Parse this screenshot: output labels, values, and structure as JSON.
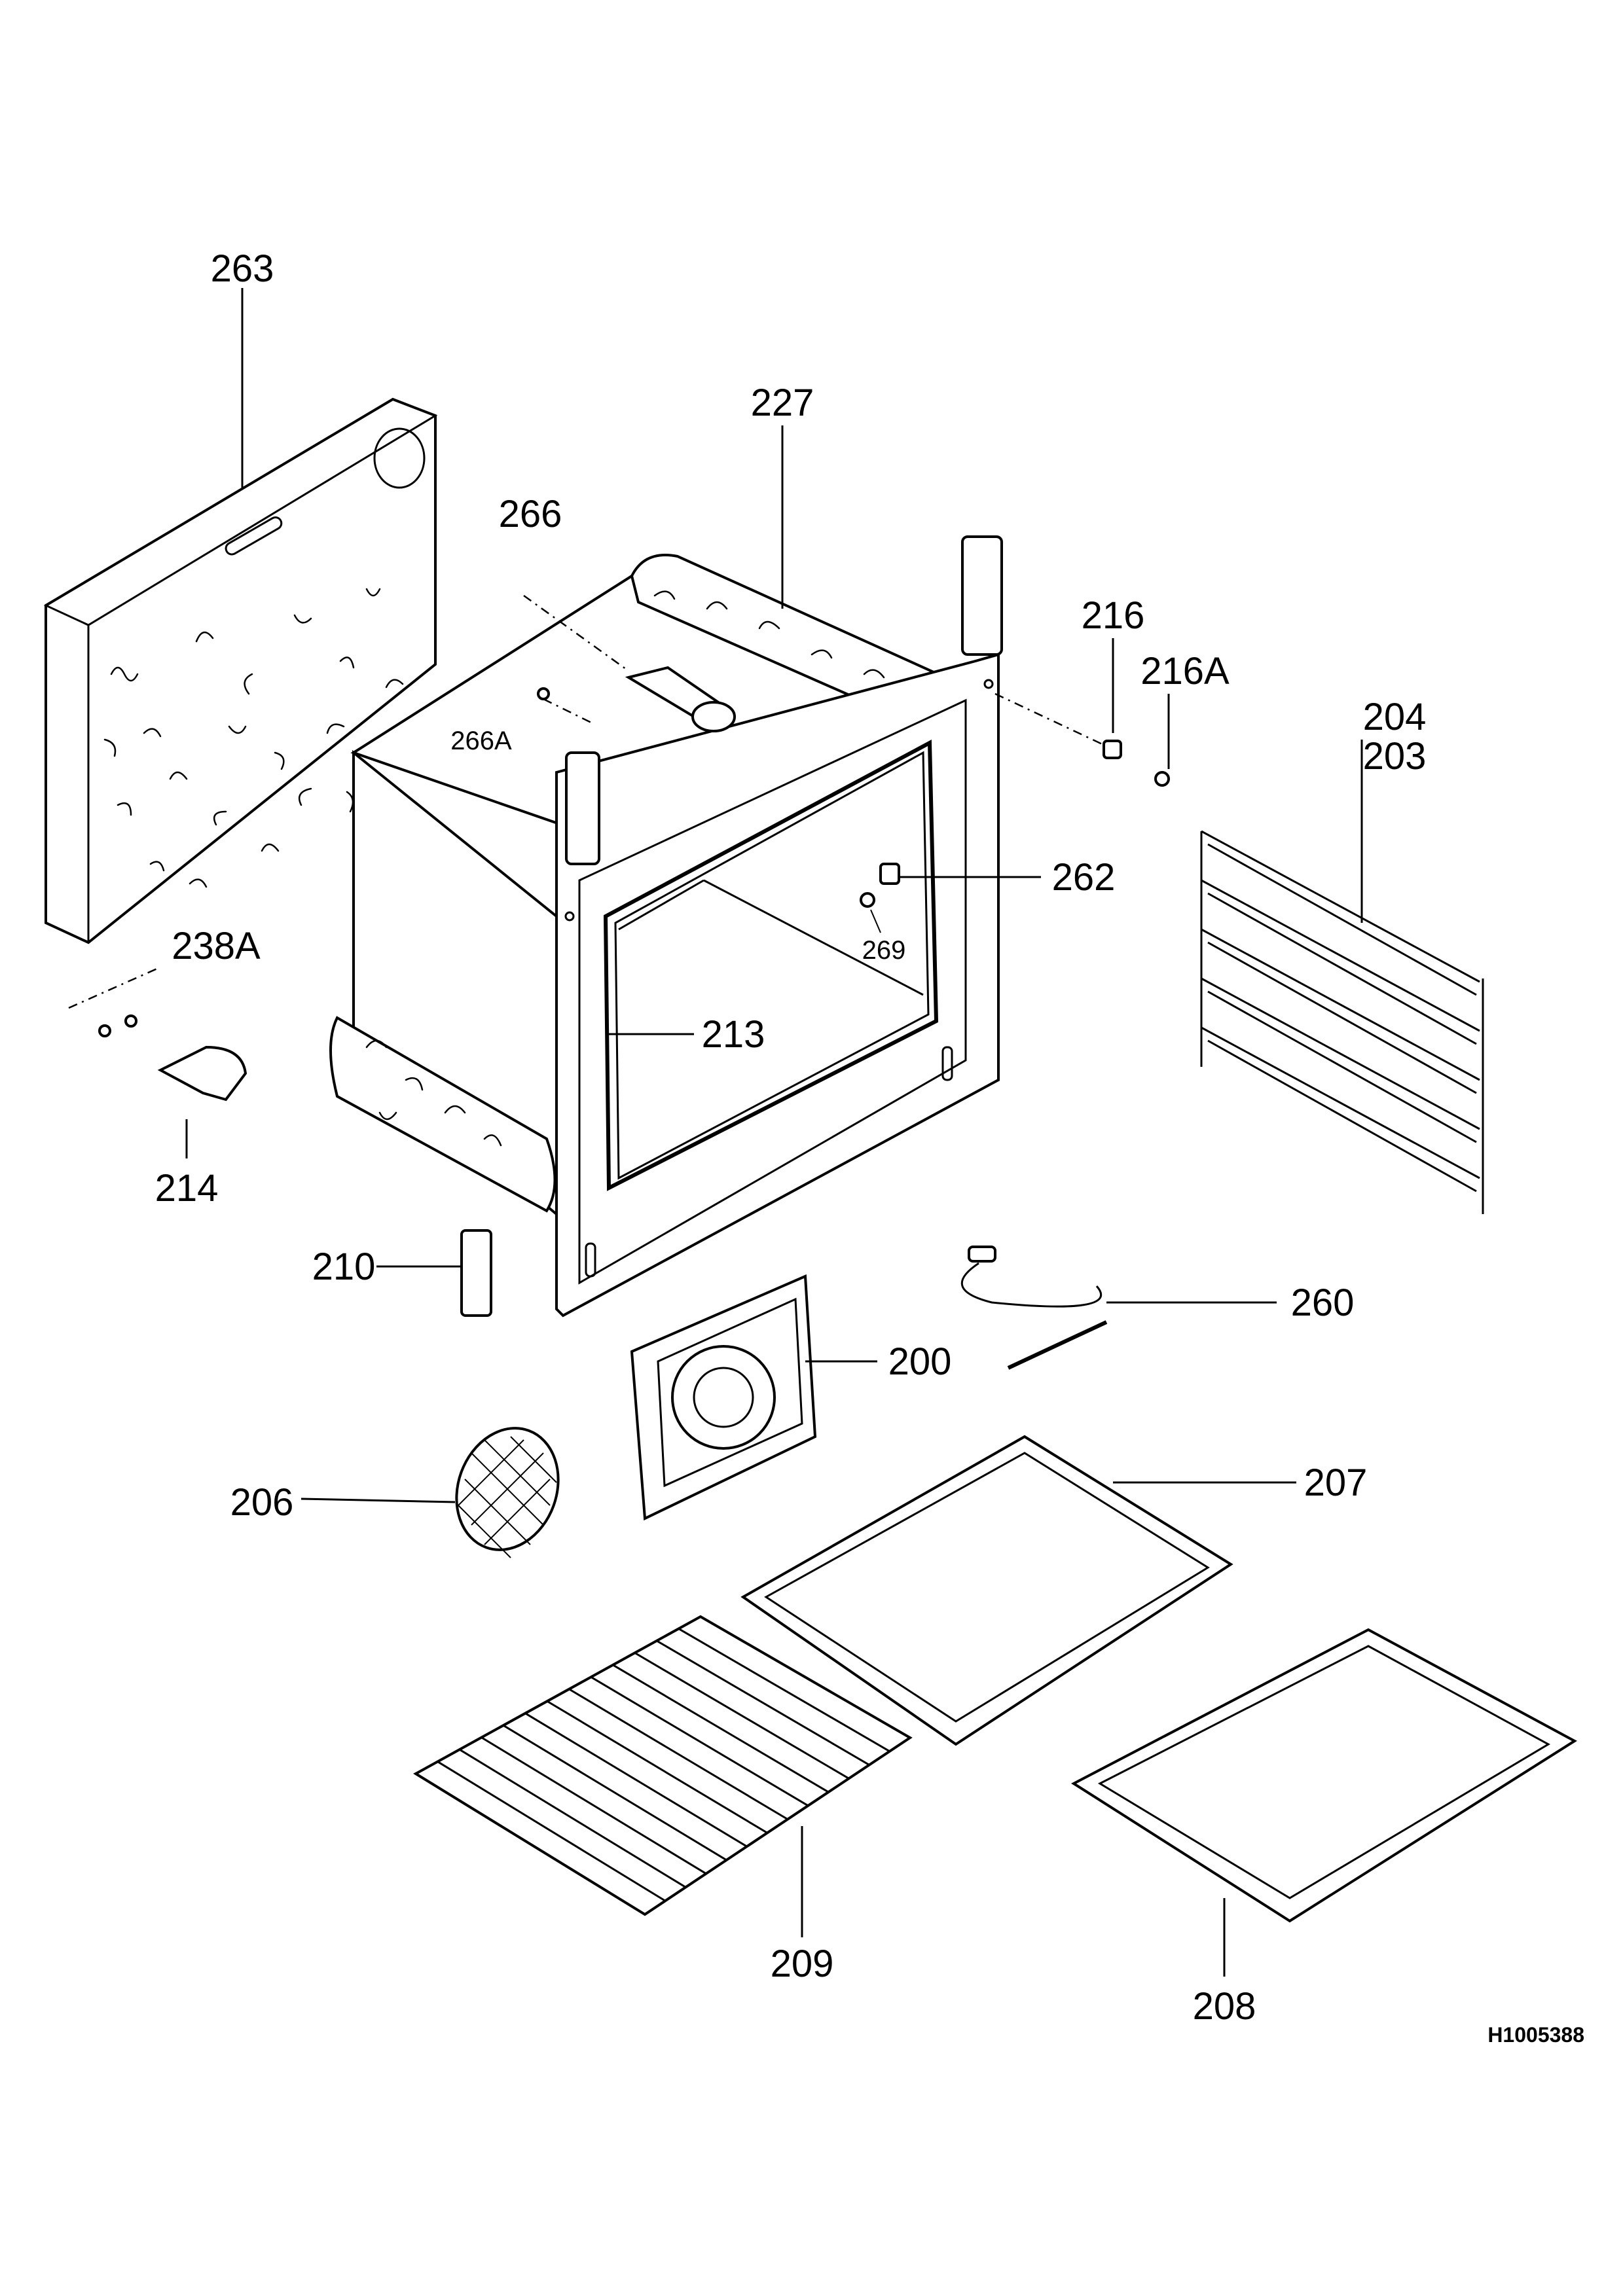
{
  "diagram": {
    "drawing_id": "H1005388",
    "parts": [
      {
        "id": "p263",
        "label": "263"
      },
      {
        "id": "p227",
        "label": "227"
      },
      {
        "id": "p266",
        "label": "266"
      },
      {
        "id": "p266a",
        "label": "266A"
      },
      {
        "id": "p216",
        "label": "216"
      },
      {
        "id": "p216a",
        "label": "216A"
      },
      {
        "id": "p204",
        "label": "204"
      },
      {
        "id": "p203",
        "label": "203"
      },
      {
        "id": "p262",
        "label": "262"
      },
      {
        "id": "p269",
        "label": "269"
      },
      {
        "id": "p238a",
        "label": "238A"
      },
      {
        "id": "p213",
        "label": "213"
      },
      {
        "id": "p214",
        "label": "214"
      },
      {
        "id": "p210",
        "label": "210"
      },
      {
        "id": "p260",
        "label": "260"
      },
      {
        "id": "p200",
        "label": "200"
      },
      {
        "id": "p206",
        "label": "206"
      },
      {
        "id": "p207",
        "label": "207"
      },
      {
        "id": "p209",
        "label": "209"
      },
      {
        "id": "p208",
        "label": "208"
      }
    ]
  }
}
